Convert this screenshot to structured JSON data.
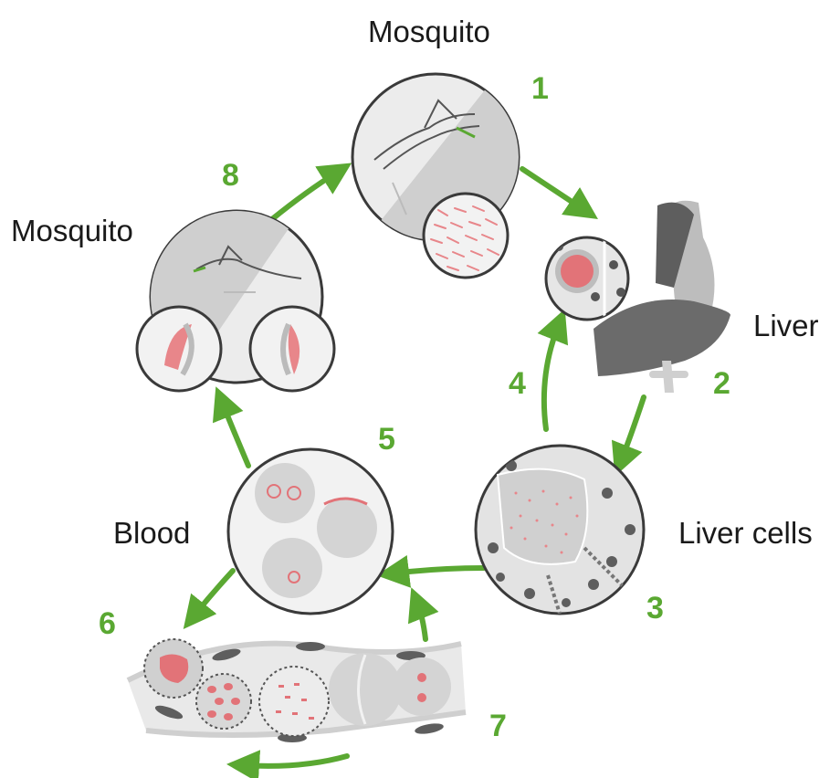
{
  "labels": {
    "mosquito_top": "Mosquito",
    "mosquito_left": "Mosquito",
    "liver": "Liver",
    "liver_cells": "Liver cells",
    "blood": "Blood"
  },
  "steps": [
    "1",
    "2",
    "3",
    "4",
    "5",
    "6",
    "7",
    "8"
  ],
  "colors": {
    "arrow": "#5aa832",
    "outline": "#3a3a3a",
    "cell_gray": "#d4d4d4",
    "parasite_red": "#e8868a",
    "organ_dark": "#6b6b6b"
  }
}
